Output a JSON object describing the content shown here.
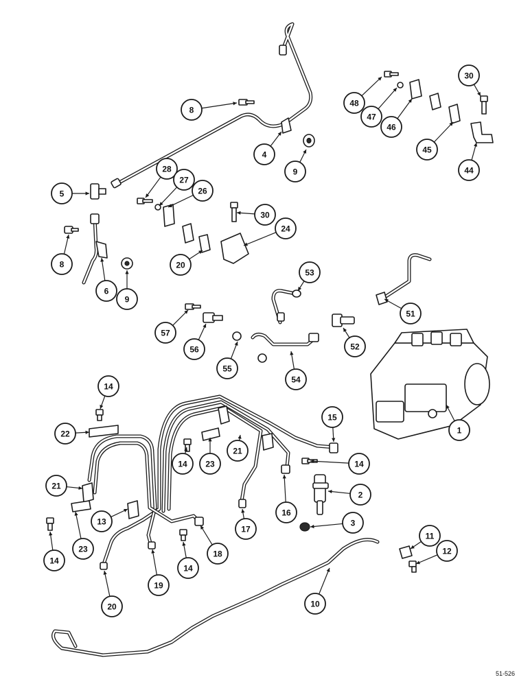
{
  "figure_code": "51-526",
  "callouts": [
    {
      "id": "c-8a",
      "label": "8"
    },
    {
      "id": "c-4",
      "label": "4"
    },
    {
      "id": "c-9a",
      "label": "9"
    },
    {
      "id": "c-48",
      "label": "48"
    },
    {
      "id": "c-47",
      "label": "47"
    },
    {
      "id": "c-46",
      "label": "46"
    },
    {
      "id": "c-45",
      "label": "45"
    },
    {
      "id": "c-30a",
      "label": "30"
    },
    {
      "id": "c-44",
      "label": "44"
    },
    {
      "id": "c-5",
      "label": "5"
    },
    {
      "id": "c-28",
      "label": "28"
    },
    {
      "id": "c-27",
      "label": "27"
    },
    {
      "id": "c-26",
      "label": "26"
    },
    {
      "id": "c-30b",
      "label": "30"
    },
    {
      "id": "c-24",
      "label": "24"
    },
    {
      "id": "c-20a",
      "label": "20"
    },
    {
      "id": "c-8b",
      "label": "8"
    },
    {
      "id": "c-6",
      "label": "6"
    },
    {
      "id": "c-9b",
      "label": "9"
    },
    {
      "id": "c-53",
      "label": "53"
    },
    {
      "id": "c-51",
      "label": "51"
    },
    {
      "id": "c-57",
      "label": "57"
    },
    {
      "id": "c-56",
      "label": "56"
    },
    {
      "id": "c-52",
      "label": "52"
    },
    {
      "id": "c-55",
      "label": "55"
    },
    {
      "id": "c-54",
      "label": "54"
    },
    {
      "id": "c-1",
      "label": "1"
    },
    {
      "id": "c-14a",
      "label": "14"
    },
    {
      "id": "c-22",
      "label": "22"
    },
    {
      "id": "c-15",
      "label": "15"
    },
    {
      "id": "c-21a",
      "label": "21"
    },
    {
      "id": "c-14b",
      "label": "14"
    },
    {
      "id": "c-23a",
      "label": "23"
    },
    {
      "id": "c-14c",
      "label": "14"
    },
    {
      "id": "c-2",
      "label": "2"
    },
    {
      "id": "c-21b",
      "label": "21"
    },
    {
      "id": "c-16",
      "label": "16"
    },
    {
      "id": "c-3",
      "label": "3"
    },
    {
      "id": "c-13",
      "label": "13"
    },
    {
      "id": "c-17",
      "label": "17"
    },
    {
      "id": "c-18",
      "label": "18"
    },
    {
      "id": "c-23b",
      "label": "23"
    },
    {
      "id": "c-14d",
      "label": "14"
    },
    {
      "id": "c-14e",
      "label": "14"
    },
    {
      "id": "c-11",
      "label": "11"
    },
    {
      "id": "c-12",
      "label": "12"
    },
    {
      "id": "c-19",
      "label": "19"
    },
    {
      "id": "c-10",
      "label": "10"
    },
    {
      "id": "c-20b",
      "label": "20"
    }
  ]
}
